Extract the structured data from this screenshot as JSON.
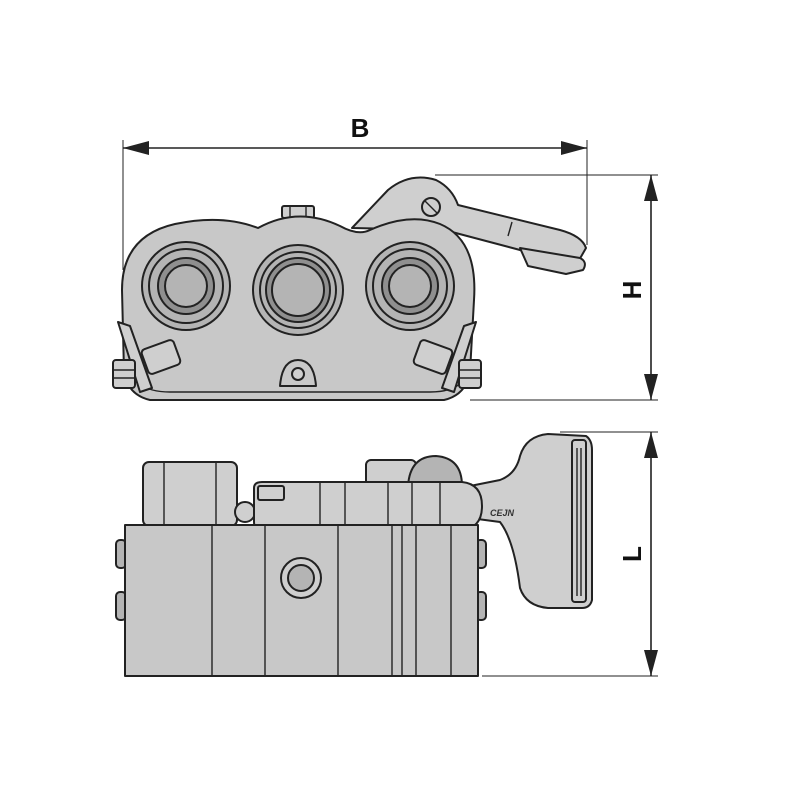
{
  "dimensions": {
    "width_label": "B",
    "height_label": "H",
    "length_label": "L"
  },
  "brand": {
    "logo_text": "CEJN"
  },
  "colors": {
    "body": "#c8c8c8",
    "outline": "#222222",
    "port": "#b4b4b4",
    "background": "#ffffff"
  }
}
